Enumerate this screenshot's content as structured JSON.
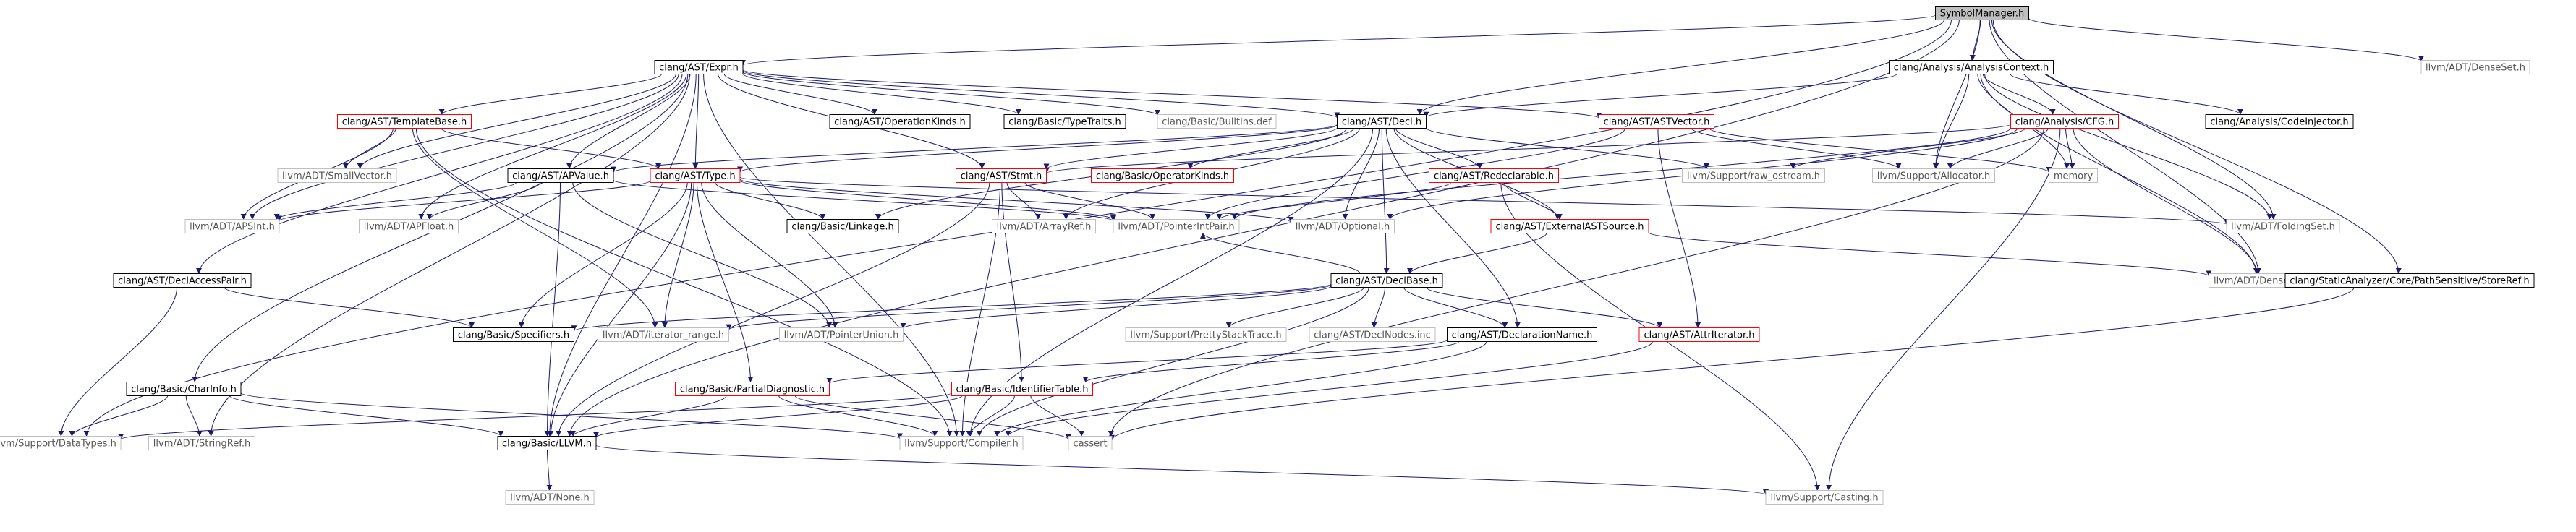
{
  "nodes": [
    {
      "id": "SymbolManager.h",
      "label": "SymbolManager.h",
      "kind": "root"
    },
    {
      "id": "Expr.h",
      "label": "clang/AST/Expr.h",
      "kind": "black"
    },
    {
      "id": "AnalysisContext.h",
      "label": "clang/Analysis/AnalysisContext.h",
      "kind": "black"
    },
    {
      "id": "DenseSet.h",
      "label": "llvm/ADT/DenseSet.h",
      "kind": "gray"
    },
    {
      "id": "TemplateBase.h",
      "label": "clang/AST/TemplateBase.h",
      "kind": "red"
    },
    {
      "id": "OperationKinds.h",
      "label": "clang/AST/OperationKinds.h",
      "kind": "black"
    },
    {
      "id": "TypeTraits.h",
      "label": "clang/Basic/TypeTraits.h",
      "kind": "black"
    },
    {
      "id": "Builtins.def",
      "label": "clang/Basic/Builtins.def",
      "kind": "gray"
    },
    {
      "id": "Decl.h",
      "label": "clang/AST/Decl.h",
      "kind": "black"
    },
    {
      "id": "ASTVector.h",
      "label": "clang/AST/ASTVector.h",
      "kind": "red"
    },
    {
      "id": "CFG.h",
      "label": "clang/Analysis/CFG.h",
      "kind": "red"
    },
    {
      "id": "CodeInjector.h",
      "label": "clang/Analysis/CodeInjector.h",
      "kind": "black"
    },
    {
      "id": "SmallVector.h",
      "label": "llvm/ADT/SmallVector.h",
      "kind": "gray"
    },
    {
      "id": "APValue.h",
      "label": "clang/AST/APValue.h",
      "kind": "black"
    },
    {
      "id": "Type.h",
      "label": "clang/AST/Type.h",
      "kind": "red"
    },
    {
      "id": "Stmt.h",
      "label": "clang/AST/Stmt.h",
      "kind": "red"
    },
    {
      "id": "OperatorKinds.h",
      "label": "clang/Basic/OperatorKinds.h",
      "kind": "red"
    },
    {
      "id": "Redeclarable.h",
      "label": "clang/AST/Redeclarable.h",
      "kind": "red"
    },
    {
      "id": "raw_ostream.h",
      "label": "llvm/Support/raw_ostream.h",
      "kind": "gray"
    },
    {
      "id": "Allocator.h",
      "label": "llvm/Support/Allocator.h",
      "kind": "gray"
    },
    {
      "id": "memory",
      "label": "memory",
      "kind": "gray"
    },
    {
      "id": "APSInt.h",
      "label": "llvm/ADT/APSInt.h",
      "kind": "gray"
    },
    {
      "id": "APFloat.h",
      "label": "llvm/ADT/APFloat.h",
      "kind": "gray"
    },
    {
      "id": "Linkage.h",
      "label": "clang/Basic/Linkage.h",
      "kind": "black"
    },
    {
      "id": "ArrayRef.h",
      "label": "llvm/ADT/ArrayRef.h",
      "kind": "gray"
    },
    {
      "id": "PointerIntPair.h",
      "label": "llvm/ADT/PointerIntPair.h",
      "kind": "gray"
    },
    {
      "id": "Optional.h",
      "label": "llvm/ADT/Optional.h",
      "kind": "gray"
    },
    {
      "id": "ExternalASTSource.h",
      "label": "clang/AST/ExternalASTSource.h",
      "kind": "red"
    },
    {
      "id": "FoldingSet.h",
      "label": "llvm/ADT/FoldingSet.h",
      "kind": "gray"
    },
    {
      "id": "DeclAccessPair.h",
      "label": "clang/AST/DeclAccessPair.h",
      "kind": "black"
    },
    {
      "id": "DeclBase.h",
      "label": "clang/AST/DeclBase.h",
      "kind": "black"
    },
    {
      "id": "DenseMap.h",
      "label": "llvm/ADT/DenseMap.h",
      "kind": "gray"
    },
    {
      "id": "StoreRef.h",
      "label": "clang/StaticAnalyzer/Core/PathSensitive/StoreRef.h",
      "kind": "black"
    },
    {
      "id": "Specifiers.h",
      "label": "clang/Basic/Specifiers.h",
      "kind": "black"
    },
    {
      "id": "iterator_range.h",
      "label": "llvm/ADT/iterator_range.h",
      "kind": "gray"
    },
    {
      "id": "PointerUnion.h",
      "label": "llvm/ADT/PointerUnion.h",
      "kind": "gray"
    },
    {
      "id": "PrettyStackTrace.h",
      "label": "llvm/Support/PrettyStackTrace.h",
      "kind": "gray"
    },
    {
      "id": "DeclNodes.inc",
      "label": "clang/AST/DeclNodes.inc",
      "kind": "gray"
    },
    {
      "id": "DeclarationName.h",
      "label": "clang/AST/DeclarationName.h",
      "kind": "black"
    },
    {
      "id": "AttrIterator.h",
      "label": "clang/AST/AttrIterator.h",
      "kind": "red"
    },
    {
      "id": "CharInfo.h",
      "label": "clang/Basic/CharInfo.h",
      "kind": "black"
    },
    {
      "id": "PartialDiagnostic.h",
      "label": "clang/Basic/PartialDiagnostic.h",
      "kind": "red"
    },
    {
      "id": "IdentifierTable.h",
      "label": "clang/Basic/IdentifierTable.h",
      "kind": "red"
    },
    {
      "id": "DataTypes.h",
      "label": "llvm/Support/DataTypes.h",
      "kind": "gray"
    },
    {
      "id": "StringRef.h",
      "label": "llvm/ADT/StringRef.h",
      "kind": "gray"
    },
    {
      "id": "LLVM.h",
      "label": "clang/Basic/LLVM.h",
      "kind": "black"
    },
    {
      "id": "Compiler.h",
      "label": "llvm/Support/Compiler.h",
      "kind": "gray"
    },
    {
      "id": "cassert",
      "label": "cassert",
      "kind": "gray"
    },
    {
      "id": "None.h",
      "label": "llvm/ADT/None.h",
      "kind": "gray"
    },
    {
      "id": "Casting.h",
      "label": "llvm/Support/Casting.h",
      "kind": "gray"
    }
  ],
  "edges": [
    [
      "SymbolManager.h",
      "Expr.h"
    ],
    [
      "SymbolManager.h",
      "AnalysisContext.h"
    ],
    [
      "SymbolManager.h",
      "DenseSet.h"
    ],
    [
      "SymbolManager.h",
      "Decl.h"
    ],
    [
      "SymbolManager.h",
      "Allocator.h"
    ],
    [
      "SymbolManager.h",
      "FoldingSet.h"
    ],
    [
      "SymbolManager.h",
      "DenseMap.h"
    ],
    [
      "SymbolManager.h",
      "StoreRef.h"
    ],
    [
      "SymbolManager.h",
      "DataTypes.h"
    ],
    [
      "SymbolManager.h",
      "LLVM.h"
    ],
    [
      "Expr.h",
      "TemplateBase.h"
    ],
    [
      "Expr.h",
      "OperationKinds.h"
    ],
    [
      "Expr.h",
      "TypeTraits.h"
    ],
    [
      "Expr.h",
      "Builtins.def"
    ],
    [
      "Expr.h",
      "Decl.h"
    ],
    [
      "Expr.h",
      "ASTVector.h"
    ],
    [
      "Expr.h",
      "SmallVector.h"
    ],
    [
      "Expr.h",
      "APValue.h"
    ],
    [
      "Expr.h",
      "Type.h"
    ],
    [
      "Expr.h",
      "Stmt.h"
    ],
    [
      "Expr.h",
      "APSInt.h"
    ],
    [
      "Expr.h",
      "APFloat.h"
    ],
    [
      "Expr.h",
      "DeclAccessPair.h"
    ],
    [
      "Expr.h",
      "CharInfo.h"
    ],
    [
      "Expr.h",
      "StringRef.h"
    ],
    [
      "Expr.h",
      "Compiler.h"
    ],
    [
      "Expr.h",
      "LLVM.h"
    ],
    [
      "AnalysisContext.h",
      "Decl.h"
    ],
    [
      "AnalysisContext.h",
      "CFG.h"
    ],
    [
      "AnalysisContext.h",
      "CodeInjector.h"
    ],
    [
      "AnalysisContext.h",
      "Allocator.h"
    ],
    [
      "AnalysisContext.h",
      "memory"
    ],
    [
      "AnalysisContext.h",
      "FoldingSet.h"
    ],
    [
      "AnalysisContext.h",
      "DenseMap.h"
    ],
    [
      "TemplateBase.h",
      "SmallVector.h"
    ],
    [
      "TemplateBase.h",
      "Type.h"
    ],
    [
      "TemplateBase.h",
      "APSInt.h"
    ],
    [
      "TemplateBase.h",
      "iterator_range.h"
    ],
    [
      "TemplateBase.h",
      "Compiler.h"
    ],
    [
      "Decl.h",
      "APValue.h"
    ],
    [
      "Decl.h",
      "Type.h"
    ],
    [
      "Decl.h",
      "Stmt.h"
    ],
    [
      "Decl.h",
      "OperatorKinds.h"
    ],
    [
      "Decl.h",
      "Redeclarable.h"
    ],
    [
      "Decl.h",
      "raw_ostream.h"
    ],
    [
      "Decl.h",
      "ExternalASTSource.h"
    ],
    [
      "Decl.h",
      "Linkage.h"
    ],
    [
      "Decl.h",
      "ArrayRef.h"
    ],
    [
      "Decl.h",
      "Optional.h"
    ],
    [
      "Decl.h",
      "DeclBase.h"
    ],
    [
      "Decl.h",
      "DeclarationName.h"
    ],
    [
      "Decl.h",
      "Compiler.h"
    ],
    [
      "ASTVector.h",
      "Allocator.h"
    ],
    [
      "ASTVector.h",
      "memory"
    ],
    [
      "ASTVector.h",
      "PointerIntPair.h"
    ],
    [
      "ASTVector.h",
      "AttrIterator.h"
    ],
    [
      "CFG.h",
      "Stmt.h"
    ],
    [
      "CFG.h",
      "raw_ostream.h"
    ],
    [
      "CFG.h",
      "Allocator.h"
    ],
    [
      "CFG.h",
      "memory"
    ],
    [
      "CFG.h",
      "PointerIntPair.h"
    ],
    [
      "CFG.h",
      "Optional.h"
    ],
    [
      "CFG.h",
      "DenseMap.h"
    ],
    [
      "CFG.h",
      "Casting.h"
    ],
    [
      "CFG.h",
      "cassert"
    ],
    [
      "APValue.h",
      "APSInt.h"
    ],
    [
      "APValue.h",
      "APFloat.h"
    ],
    [
      "APValue.h",
      "PointerIntPair.h"
    ],
    [
      "APValue.h",
      "PointerUnion.h"
    ],
    [
      "APValue.h",
      "LLVM.h"
    ],
    [
      "Type.h",
      "APSInt.h"
    ],
    [
      "Type.h",
      "Linkage.h"
    ],
    [
      "Type.h",
      "PointerIntPair.h"
    ],
    [
      "Type.h",
      "Optional.h"
    ],
    [
      "Type.h",
      "FoldingSet.h"
    ],
    [
      "Type.h",
      "Specifiers.h"
    ],
    [
      "Type.h",
      "iterator_range.h"
    ],
    [
      "Type.h",
      "PointerUnion.h"
    ],
    [
      "Type.h",
      "PartialDiagnostic.h"
    ],
    [
      "Type.h",
      "LLVM.h"
    ],
    [
      "Stmt.h",
      "ArrayRef.h"
    ],
    [
      "Stmt.h",
      "PointerIntPair.h"
    ],
    [
      "Stmt.h",
      "IdentifierTable.h"
    ],
    [
      "Stmt.h",
      "LLVM.h"
    ],
    [
      "Stmt.h",
      "Compiler.h"
    ],
    [
      "Redeclarable.h",
      "ExternalASTSource.h"
    ],
    [
      "Redeclarable.h",
      "PointerIntPair.h"
    ],
    [
      "Redeclarable.h",
      "Casting.h"
    ],
    [
      "ExternalASTSource.h",
      "DeclBase.h"
    ],
    [
      "ExternalASTSource.h",
      "DenseMap.h"
    ],
    [
      "DeclAccessPair.h",
      "Specifiers.h"
    ],
    [
      "DeclAccessPair.h",
      "DataTypes.h"
    ],
    [
      "DeclBase.h",
      "Specifiers.h"
    ],
    [
      "DeclBase.h",
      "iterator_range.h"
    ],
    [
      "DeclBase.h",
      "PointerUnion.h"
    ],
    [
      "DeclBase.h",
      "PrettyStackTrace.h"
    ],
    [
      "DeclBase.h",
      "DeclNodes.inc"
    ],
    [
      "DeclBase.h",
      "DeclarationName.h"
    ],
    [
      "DeclBase.h",
      "AttrIterator.h"
    ],
    [
      "DeclBase.h",
      "Compiler.h"
    ],
    [
      "DeclBase.h",
      "PointerIntPair.h"
    ],
    [
      "StoreRef.h",
      "cassert"
    ],
    [
      "DeclarationName.h",
      "PartialDiagnostic.h"
    ],
    [
      "DeclarationName.h",
      "IdentifierTable.h"
    ],
    [
      "DeclarationName.h",
      "Compiler.h"
    ],
    [
      "AttrIterator.h",
      "Compiler.h"
    ],
    [
      "CharInfo.h",
      "DataTypes.h"
    ],
    [
      "CharInfo.h",
      "StringRef.h"
    ],
    [
      "CharInfo.h",
      "LLVM.h"
    ],
    [
      "CharInfo.h",
      "Compiler.h"
    ],
    [
      "PartialDiagnostic.h",
      "Compiler.h"
    ],
    [
      "PartialDiagnostic.h",
      "LLVM.h"
    ],
    [
      "PartialDiagnostic.h",
      "cassert"
    ],
    [
      "IdentifierTable.h",
      "DataTypes.h"
    ],
    [
      "IdentifierTable.h",
      "LLVM.h"
    ],
    [
      "IdentifierTable.h",
      "Compiler.h"
    ],
    [
      "IdentifierTable.h",
      "cassert"
    ],
    [
      "LLVM.h",
      "None.h"
    ],
    [
      "LLVM.h",
      "Casting.h"
    ]
  ],
  "colors": {
    "edge": "#191970",
    "root_fill": "#bfbfbf",
    "black_border": "#000000",
    "red_border": "#ff0000",
    "gray_border": "#bfbfbf",
    "gray_text": "#555555"
  }
}
